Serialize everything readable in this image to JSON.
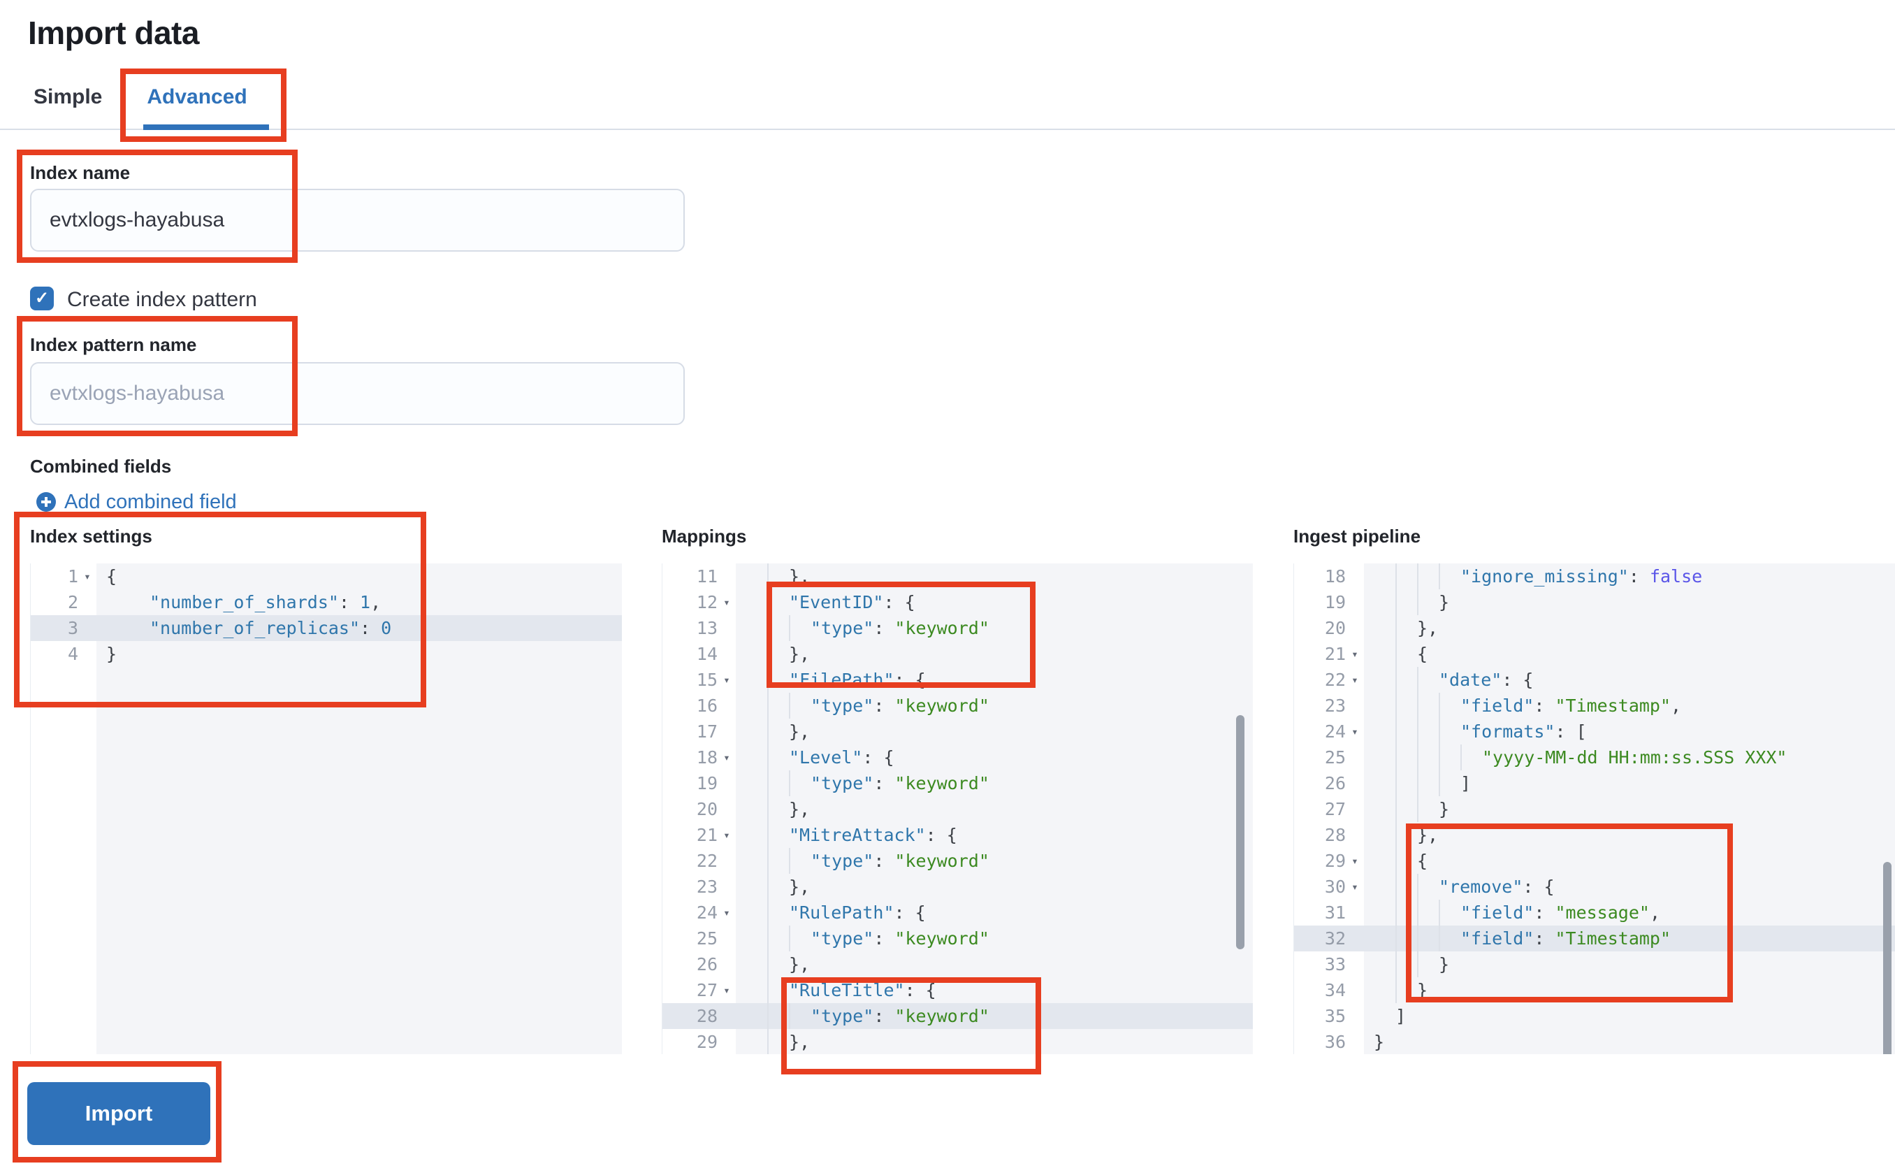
{
  "header": {
    "title": "Import data"
  },
  "tabs": [
    {
      "label": "Simple",
      "active": false
    },
    {
      "label": "Advanced",
      "active": true
    }
  ],
  "form": {
    "index_name": {
      "label": "Index name",
      "value": "evtxlogs-hayabusa"
    },
    "create_index_pattern": {
      "label": "Create index pattern",
      "checked": true
    },
    "index_pattern_name": {
      "label": "Index pattern name",
      "placeholder": "evtxlogs-hayabusa"
    },
    "combined_fields": {
      "label": "Combined fields",
      "add_link_label": "Add combined field"
    }
  },
  "editors": [
    {
      "id": "index-settings",
      "label": "Index settings",
      "guides": false,
      "lines": [
        {
          "n": 1,
          "fold": true,
          "i": 0,
          "t": "{"
        },
        {
          "n": 2,
          "i": 2,
          "t": "\"number_of_shards\": 1,"
        },
        {
          "n": 3,
          "i": 2,
          "t": "\"number_of_replicas\": 0",
          "hl": true
        },
        {
          "n": 4,
          "i": 0,
          "t": "}"
        }
      ]
    },
    {
      "id": "mappings",
      "label": "Mappings",
      "guides": true,
      "lines": [
        {
          "n": 11,
          "i": 2,
          "t": "},"
        },
        {
          "n": 12,
          "fold": true,
          "i": 2,
          "t": "\"EventID\": {"
        },
        {
          "n": 13,
          "i": 3,
          "t": "\"type\": \"keyword\""
        },
        {
          "n": 14,
          "i": 2,
          "t": "},"
        },
        {
          "n": 15,
          "fold": true,
          "i": 2,
          "t": "\"FilePath\": {"
        },
        {
          "n": 16,
          "i": 3,
          "t": "\"type\": \"keyword\""
        },
        {
          "n": 17,
          "i": 2,
          "t": "},"
        },
        {
          "n": 18,
          "fold": true,
          "i": 2,
          "t": "\"Level\": {"
        },
        {
          "n": 19,
          "i": 3,
          "t": "\"type\": \"keyword\""
        },
        {
          "n": 20,
          "i": 2,
          "t": "},"
        },
        {
          "n": 21,
          "fold": true,
          "i": 2,
          "t": "\"MitreAttack\": {"
        },
        {
          "n": 22,
          "i": 3,
          "t": "\"type\": \"keyword\""
        },
        {
          "n": 23,
          "i": 2,
          "t": "},"
        },
        {
          "n": 24,
          "fold": true,
          "i": 2,
          "t": "\"RulePath\": {"
        },
        {
          "n": 25,
          "i": 3,
          "t": "\"type\": \"keyword\""
        },
        {
          "n": 26,
          "i": 2,
          "t": "},"
        },
        {
          "n": 27,
          "fold": true,
          "i": 2,
          "t": "\"RuleTitle\": {"
        },
        {
          "n": 28,
          "i": 3,
          "t": "\"type\": \"keyword\"",
          "hl": true
        },
        {
          "n": 29,
          "i": 2,
          "t": "},"
        }
      ]
    },
    {
      "id": "ingest-pipeline",
      "label": "Ingest pipeline",
      "guides": true,
      "lines": [
        {
          "n": 18,
          "i": 4,
          "t": "\"ignore_missing\": false"
        },
        {
          "n": 19,
          "i": 3,
          "t": "}"
        },
        {
          "n": 20,
          "i": 2,
          "t": "},"
        },
        {
          "n": 21,
          "fold": true,
          "i": 2,
          "t": "{"
        },
        {
          "n": 22,
          "fold": true,
          "i": 3,
          "t": "\"date\": {"
        },
        {
          "n": 23,
          "i": 4,
          "t": "\"field\": \"Timestamp\","
        },
        {
          "n": 24,
          "fold": true,
          "i": 4,
          "t": "\"formats\": ["
        },
        {
          "n": 25,
          "i": 5,
          "t": "\"yyyy-MM-dd HH:mm:ss.SSS XXX\""
        },
        {
          "n": 26,
          "i": 4,
          "t": "]"
        },
        {
          "n": 27,
          "i": 3,
          "t": "}"
        },
        {
          "n": 28,
          "i": 2,
          "t": "},"
        },
        {
          "n": 29,
          "fold": true,
          "i": 2,
          "t": "{"
        },
        {
          "n": 30,
          "fold": true,
          "i": 3,
          "t": "\"remove\": {"
        },
        {
          "n": 31,
          "i": 4,
          "t": "\"field\": \"message\","
        },
        {
          "n": 32,
          "i": 4,
          "t": "\"field\": \"Timestamp\"",
          "hl": true
        },
        {
          "n": 33,
          "i": 3,
          "t": "}"
        },
        {
          "n": 34,
          "i": 2,
          "t": "}"
        },
        {
          "n": 35,
          "i": 1,
          "t": "]"
        },
        {
          "n": 36,
          "i": 0,
          "t": "}"
        }
      ]
    }
  ],
  "actions": {
    "import_label": "Import"
  },
  "ui": {
    "fold_icon": "▾",
    "check_icon": "✓"
  },
  "colors": {
    "accent_blue": "#2f72ba",
    "annotation_red": "#e73e20",
    "editor_bg": "#f4f5f8",
    "editor_active_line": "#e3e7ee",
    "token_key": "#2f76ab",
    "token_string": "#3c8a21",
    "token_boolean": "#5a55e8",
    "token_number": "#2f76ab"
  }
}
